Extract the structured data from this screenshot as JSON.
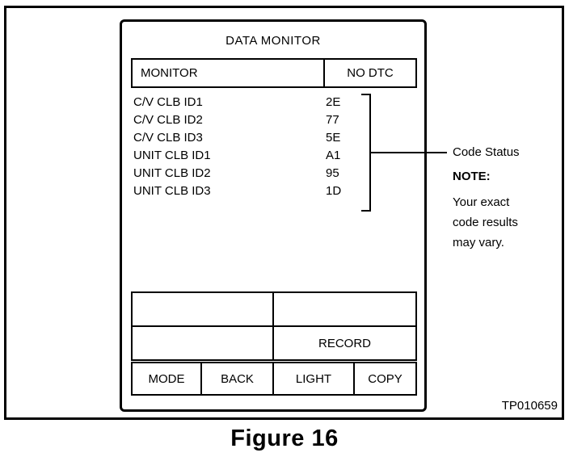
{
  "screen": {
    "title": "DATA MONITOR",
    "header": {
      "monitor": "MONITOR",
      "status": "NO DTC"
    },
    "rows": [
      {
        "label": "C/V CLB ID1",
        "value": "2E"
      },
      {
        "label": "C/V CLB ID2",
        "value": "77"
      },
      {
        "label": "C/V CLB ID3",
        "value": "5E"
      },
      {
        "label": "UNIT CLB ID1",
        "value": "A1"
      },
      {
        "label": "UNIT CLB ID2",
        "value": "95"
      },
      {
        "label": "UNIT CLB ID3",
        "value": "1D"
      }
    ],
    "softkeys": {
      "record": "RECORD",
      "mode": "MODE",
      "back": "BACK",
      "light": "LIGHT",
      "copy": "COPY"
    }
  },
  "callout": {
    "code_status": "Code Status",
    "note_title": "NOTE:",
    "note_lines": [
      "Your exact",
      "code results",
      "may vary."
    ]
  },
  "figure": {
    "ref": "TP010659",
    "caption": "Figure 16"
  }
}
